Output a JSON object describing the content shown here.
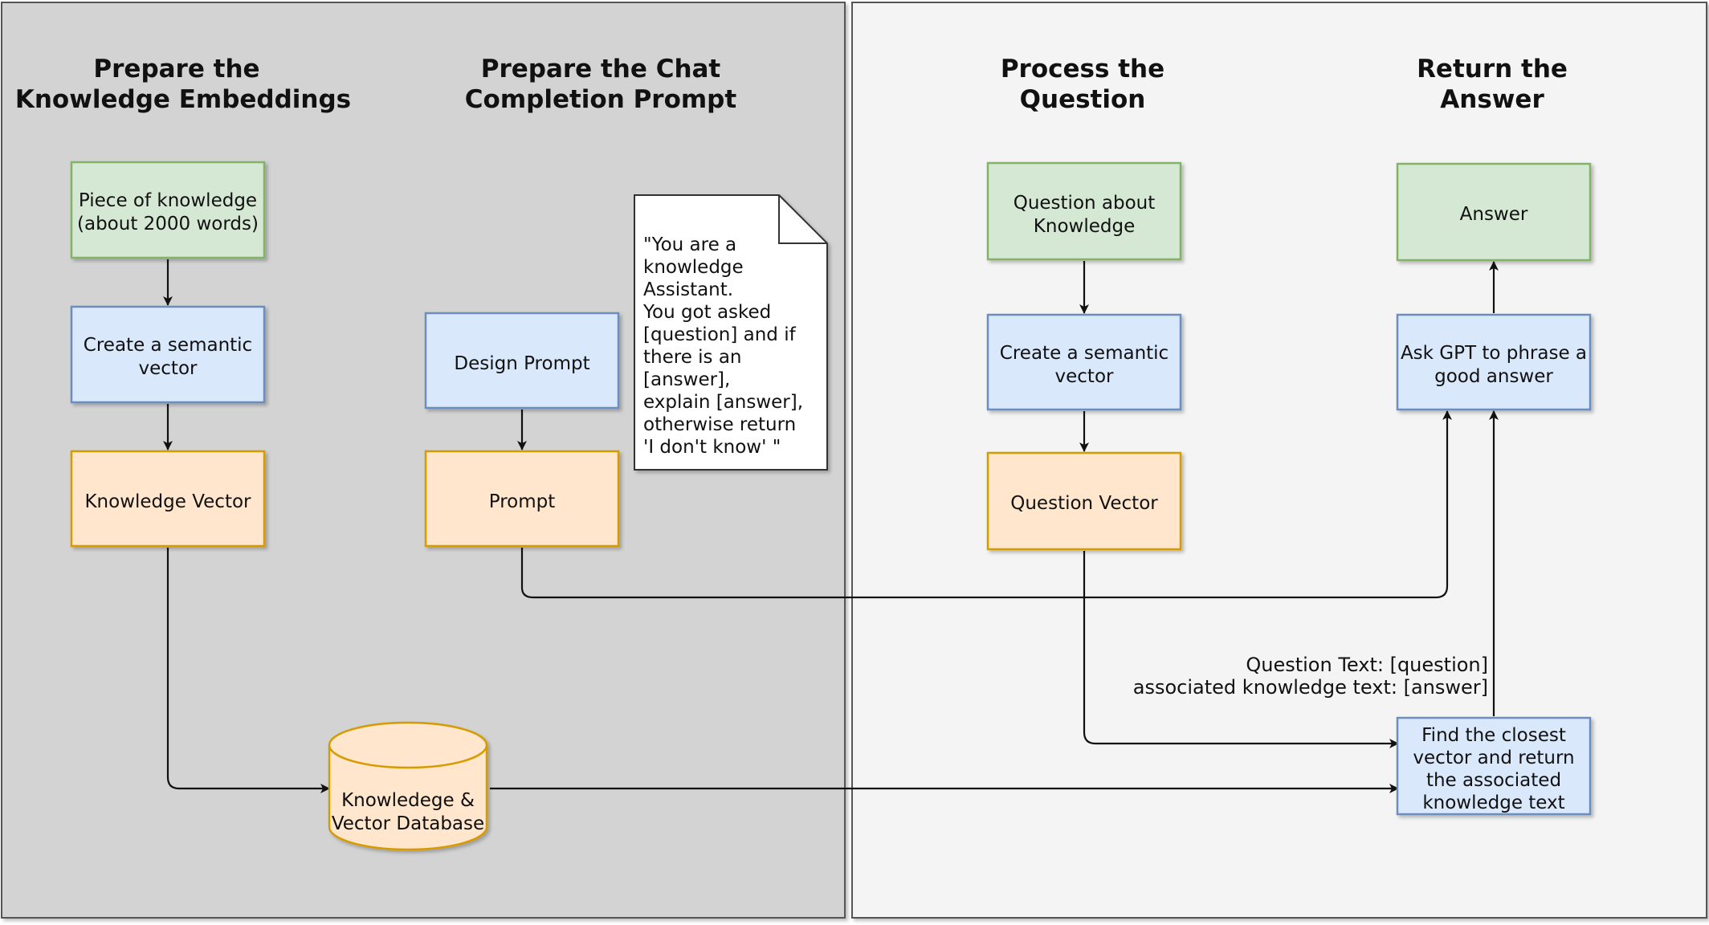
{
  "colors": {
    "lane_dark": "#d3d3d3",
    "lane_light": "#f4f4f4",
    "green_fill": "#d5e8d4",
    "green_stroke": "#82b366",
    "blue_fill": "#dae8fc",
    "blue_stroke": "#6c8ebf",
    "orange_fill": "#ffe6cc",
    "orange_stroke": "#d79b00",
    "note_fill": "#ffffff",
    "edge": "#111111"
  },
  "headers": {
    "prepare_knowledge": [
      "Prepare the",
      "Knowledge Embeddings"
    ],
    "prepare_prompt": [
      "Prepare the Chat",
      "Completion Prompt"
    ],
    "process_question": [
      "Process the",
      "Question"
    ],
    "return_answer": [
      "Return the",
      "Answer"
    ]
  },
  "nodes": {
    "piece_of_knowledge": [
      "Piece of knowledge",
      "(about 2000 words)"
    ],
    "create_vector_knowledge": [
      "Create a semantic",
      "vector"
    ],
    "knowledge_vector": [
      "Knowledge Vector"
    ],
    "design_prompt": [
      "Design Prompt"
    ],
    "prompt": [
      "Prompt"
    ],
    "question_about_knowledge": [
      "Question about",
      "Knowledge"
    ],
    "create_vector_question": [
      "Create a semantic",
      "vector"
    ],
    "question_vector": [
      "Question Vector"
    ],
    "answer": [
      "Answer"
    ],
    "ask_gpt": [
      "Ask GPT to phrase a",
      "good answer"
    ],
    "find_closest": [
      "Find the closest",
      "vector and return",
      "the associated",
      "knowledge text"
    ],
    "database": [
      "Knowledege &",
      "Vector Database"
    ]
  },
  "note": {
    "lines": [
      "\"You are a",
      "knowledge",
      "Assistant.",
      "You got asked",
      "[question] and if",
      "there is an",
      "[answer],",
      "explain [answer],",
      "otherwise return",
      "'I don't know' \""
    ]
  },
  "edge_label": {
    "lines": [
      "Question Text: [question]",
      "associated knowledge text: [answer]"
    ]
  }
}
